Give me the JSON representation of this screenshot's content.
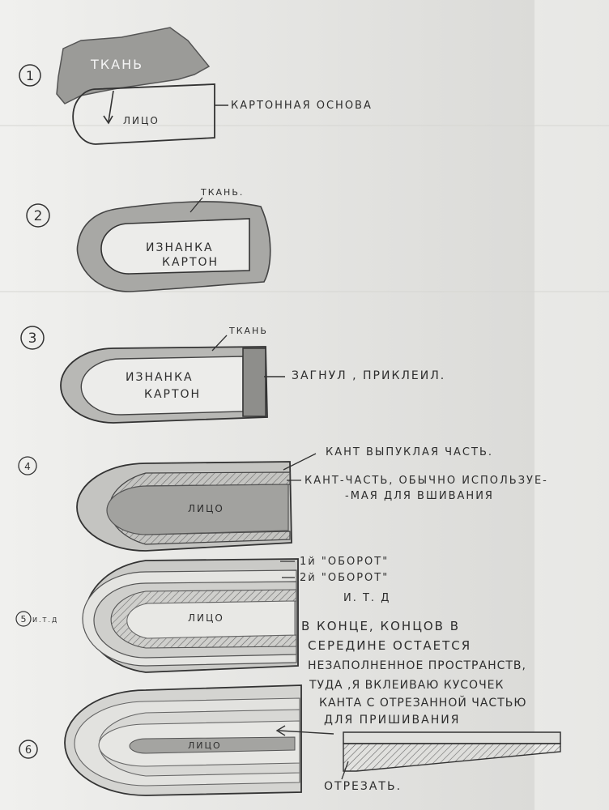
{
  "steps": [
    {
      "number": "1",
      "labels": {
        "fabric": "ТКАНЬ",
        "face": "ЛИЦО",
        "base": "КАРТОННАЯ ОСНОВА"
      }
    },
    {
      "number": "2",
      "labels": {
        "fabric": "ТКАНЬ.",
        "back": "ИЗНАНКА",
        "board": "КАРТОН"
      }
    },
    {
      "number": "3",
      "labels": {
        "fabric": "ТКАНЬ",
        "back": "ИЗНАНКА",
        "board": "КАРТОН",
        "folded": "ЗАГНУЛ , ПРИКЛЕИЛ."
      }
    },
    {
      "number": "4",
      "labels": {
        "convex": "КАНТ ВЫПУКЛАЯ ЧАСТЬ.",
        "sewing_1": "КАНТ-ЧАСТЬ, ОБЫЧНО ИСПОЛЬЗУЕ-",
        "sewing_2": "-МАЯ ДЛЯ ВШИВАНИЯ",
        "face": "ЛИЦО"
      }
    },
    {
      "number": "5",
      "tag": "И.Т.Д",
      "labels": {
        "turn1": "1й \"ОБОРОТ\"",
        "turn2": "2й \"ОБОРОТ\"",
        "etc": "И. Т. Д",
        "face": "ЛИЦО"
      },
      "note": [
        "В КОНЦЕ, КОНЦОВ В",
        "СЕРЕДИНЕ ОСТАЕТСЯ",
        "НЕЗАПОЛНЕННОЕ ПРОСТРАНСТВ,",
        "ТУДА ,Я ВКЛЕИВАЮ КУСОЧЕК",
        "КАНТА С ОТРЕЗАННОЙ ЧАСТЬЮ",
        "ДЛЯ ПРИШИВАНИЯ"
      ]
    },
    {
      "number": "6",
      "labels": {
        "face": "ЛИЦО",
        "cut": "ОТРЕЗАТЬ."
      }
    }
  ]
}
